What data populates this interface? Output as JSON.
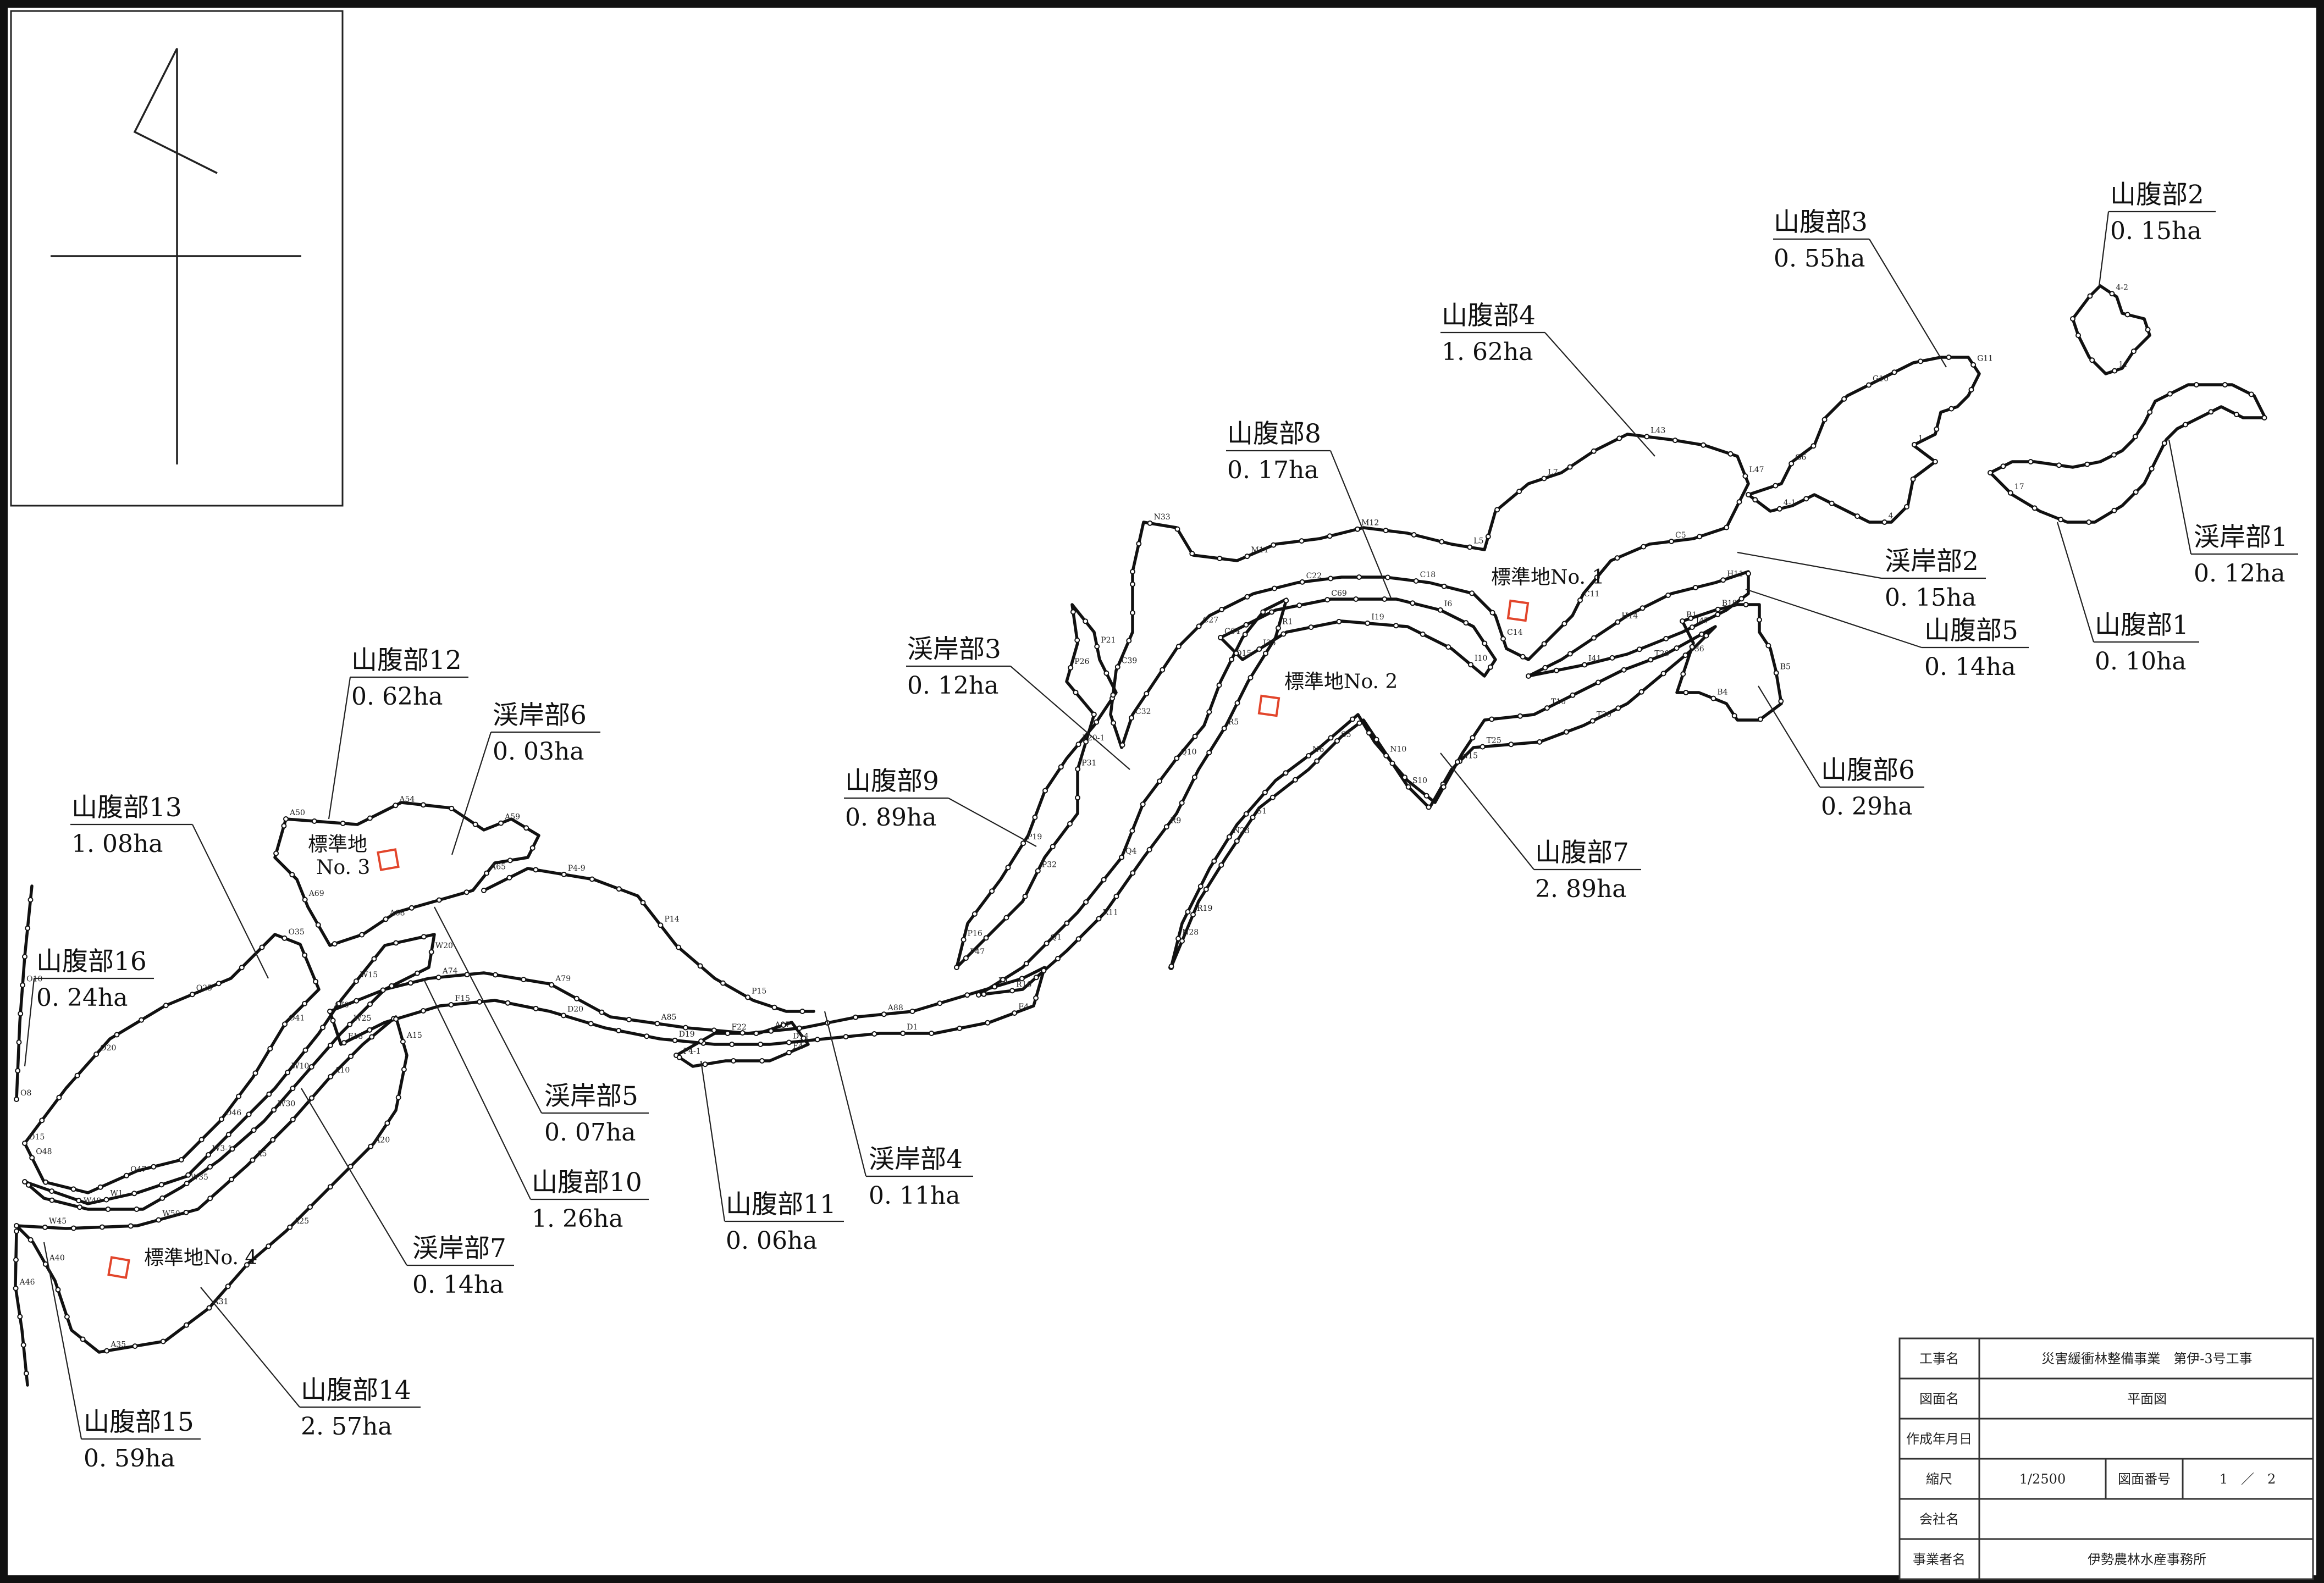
{
  "north_arrow": {
    "icon": "north-arrow-icon"
  },
  "plots": [
    {
      "name": "標準地No. 1"
    },
    {
      "name": "標準地No. 2"
    },
    {
      "line1": "標準地",
      "line2": "No. 3"
    },
    {
      "name": "標準地No. 4"
    }
  ],
  "labels": [
    {
      "name": "山腹部1",
      "area": "0. 10ha"
    },
    {
      "name": "山腹部2",
      "area": "0. 15ha"
    },
    {
      "name": "山腹部3",
      "area": "0. 55ha"
    },
    {
      "name": "山腹部4",
      "area": "1. 62ha"
    },
    {
      "name": "山腹部5",
      "area": "0. 14ha"
    },
    {
      "name": "山腹部6",
      "area": "0. 29ha"
    },
    {
      "name": "山腹部7",
      "area": "2. 89ha"
    },
    {
      "name": "山腹部8",
      "area": "0. 17ha"
    },
    {
      "name": "山腹部9",
      "area": "0. 89ha"
    },
    {
      "name": "山腹部10",
      "area": "1. 26ha"
    },
    {
      "name": "山腹部11",
      "area": "0. 06ha"
    },
    {
      "name": "山腹部12",
      "area": "0. 62ha"
    },
    {
      "name": "山腹部13",
      "area": "1. 08ha"
    },
    {
      "name": "山腹部14",
      "area": "2. 57ha"
    },
    {
      "name": "山腹部15",
      "area": "0. 59ha"
    },
    {
      "name": "山腹部16",
      "area": "0. 24ha"
    },
    {
      "name": "渓岸部1",
      "area": "0. 12ha"
    },
    {
      "name": "渓岸部2",
      "area": "0. 15ha"
    },
    {
      "name": "渓岸部3",
      "area": "0. 12ha"
    },
    {
      "name": "渓岸部4",
      "area": "0. 11ha"
    },
    {
      "name": "渓岸部5",
      "area": "0. 07ha"
    },
    {
      "name": "渓岸部6",
      "area": "0. 03ha"
    },
    {
      "name": "渓岸部7",
      "area": "0. 14ha"
    }
  ],
  "point_ids": [
    "O8",
    "O10",
    "O15",
    "O20",
    "O25",
    "O35",
    "O41",
    "O46",
    "O47",
    "O48",
    "W1",
    "W3-1",
    "W10",
    "W15",
    "W20",
    "W25",
    "W30",
    "W35",
    "W40",
    "W45",
    "W50",
    "A5",
    "A10",
    "A15",
    "A20",
    "A25",
    "A31",
    "A35",
    "A40",
    "A46",
    "A50",
    "A54",
    "A59",
    "A65",
    "A68",
    "A69",
    "A70",
    "A74",
    "A79",
    "A85",
    "A87",
    "A88",
    "E1",
    "E4",
    "D1",
    "D14",
    "D19",
    "D20",
    "F15",
    "F18",
    "F22",
    "F4",
    "P4-1",
    "P4-9",
    "P14",
    "P15",
    "P16",
    "P19",
    "P20-1",
    "P21",
    "P26",
    "P31",
    "P32",
    "P47",
    "Q1",
    "Q4",
    "Q10",
    "Q15",
    "R1",
    "R5",
    "R9",
    "R11",
    "R16",
    "R19",
    "S1",
    "S5",
    "S10",
    "T25",
    "T30",
    "T36",
    "T20",
    "T10",
    "N15",
    "N10",
    "N6",
    "N23",
    "N28",
    "N33",
    "M11",
    "M12",
    "L5",
    "L7",
    "L43",
    "L47",
    "C5",
    "C11",
    "C14",
    "C18",
    "C22",
    "C27",
    "C32",
    "C39",
    "C64",
    "C69",
    "I6",
    "I10",
    "I19",
    "I35",
    "I41",
    "I47",
    "H11",
    "H14",
    "B1",
    "B4",
    "B5",
    "B19",
    "G6",
    "G10",
    "G11",
    "1",
    "4",
    "4-1",
    "4-2",
    "11",
    "17"
  ],
  "title_block": {
    "rows": [
      {
        "label": "工事名",
        "value": "災害緩衝林整備事業　第伊-3号工事"
      },
      {
        "label": "図面名",
        "value": "平面図"
      },
      {
        "label": "作成年月日",
        "value": ""
      },
      {
        "label": "縮尺",
        "value": "1/2500",
        "label2": "図面番号",
        "value2": "1　／　2"
      },
      {
        "label": "会社名",
        "value": ""
      },
      {
        "label": "事業者名",
        "value": "伊勢農林水産事務所"
      }
    ]
  }
}
